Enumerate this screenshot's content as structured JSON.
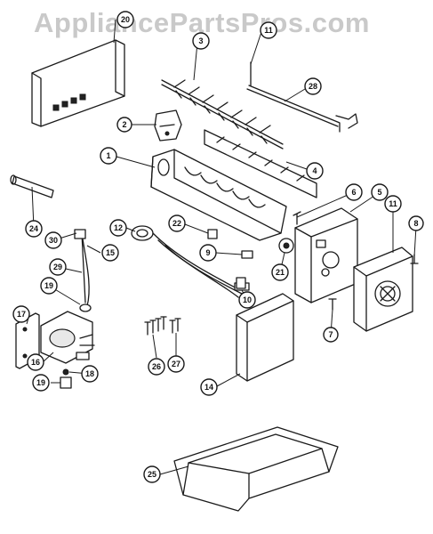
{
  "watermark": "AppliancePartsPros.com",
  "callouts": [
    "20",
    "3",
    "11",
    "28",
    "2",
    "1",
    "4",
    "24",
    "6",
    "5",
    "11",
    "8",
    "30",
    "12",
    "22",
    "15",
    "9",
    "21",
    "29",
    "10",
    "19",
    "17",
    "14",
    "16",
    "18",
    "19",
    "26",
    "27",
    "7",
    "25"
  ]
}
